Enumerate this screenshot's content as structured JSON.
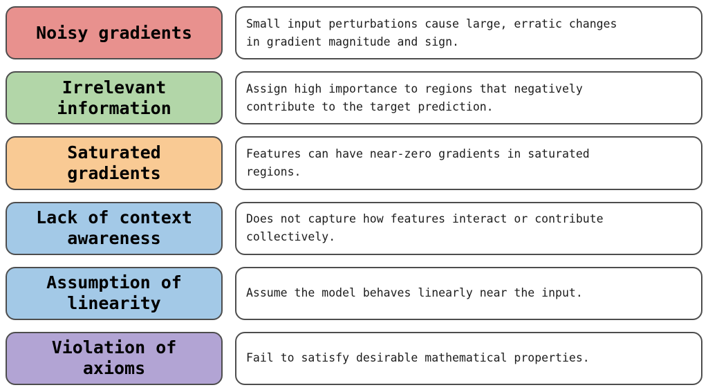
{
  "colors": {
    "border": "#4d4d4d",
    "background": "#ffffff",
    "label_text": "#000000",
    "description_text": "#1c1c1c"
  },
  "rows": [
    {
      "label": "Noisy gradients",
      "label_color": "#e8918e",
      "description": "Small input perturbations cause large, erratic changes\nin gradient magnitude and sign."
    },
    {
      "label": "Irrelevant\ninformation",
      "label_color": "#b2d6a8",
      "description": "Assign high importance to regions that negatively\ncontribute to the target prediction."
    },
    {
      "label": "Saturated\ngradients",
      "label_color": "#f9ca94",
      "description": "Features can have near-zero gradients in saturated\nregions."
    },
    {
      "label": "Lack of context\nawareness",
      "label_color": "#a3c9e7",
      "description": "Does not capture how features interact or contribute\ncollectively."
    },
    {
      "label": "Assumption of\nlinearity",
      "label_color": "#a3c9e7",
      "description": "Assume the model behaves linearly near the input."
    },
    {
      "label": "Violation of\naxioms",
      "label_color": "#b2a4d4",
      "description": "Fail to satisfy desirable mathematical properties."
    }
  ]
}
